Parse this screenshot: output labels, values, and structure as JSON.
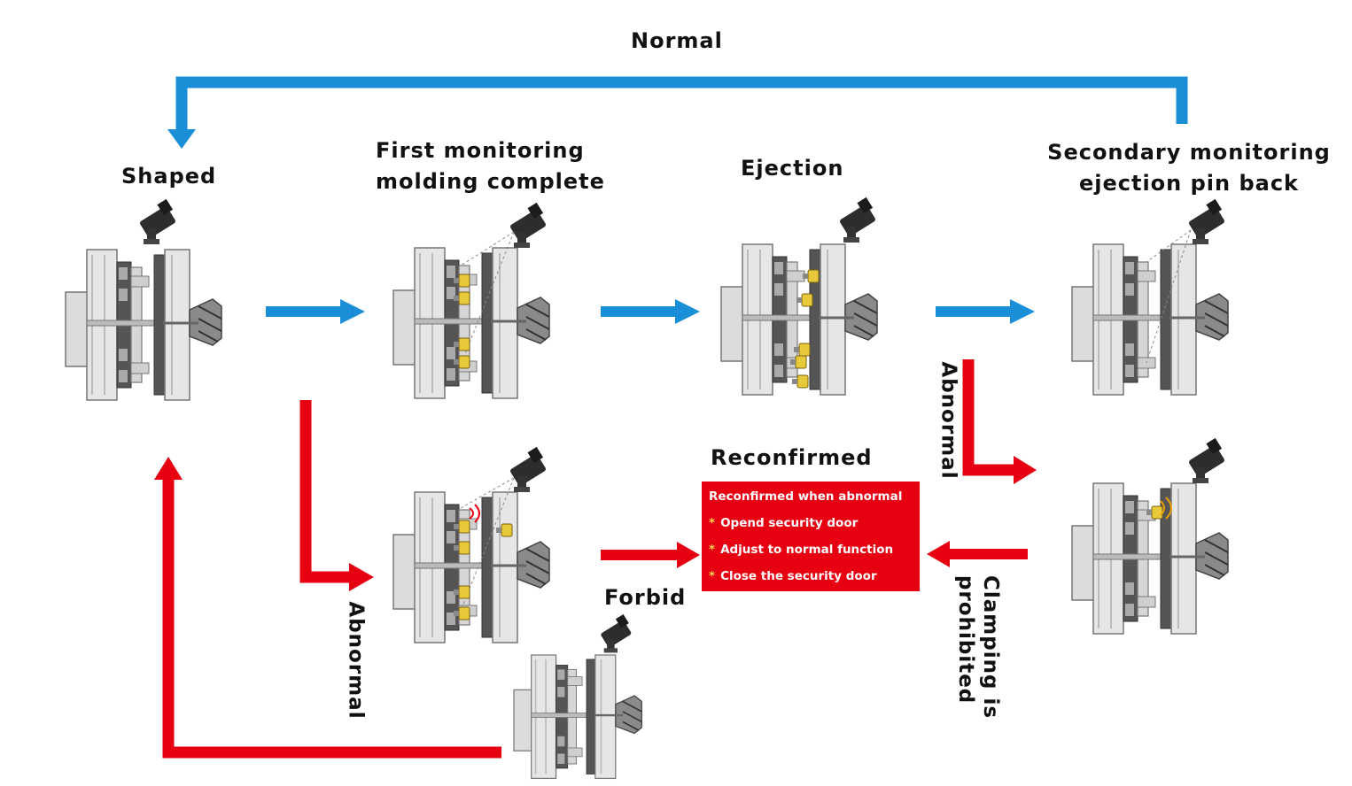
{
  "labels": {
    "normal_top": "Normal",
    "shaped": "Shaped",
    "first_monitoring": [
      "First monitoring",
      "molding complete"
    ],
    "ejection": "Ejection",
    "secondary_monitoring": [
      "Secondary monitoring",
      "ejection pin back"
    ],
    "reconfirmed": "Reconfirmed",
    "forbid": "Forbid",
    "abnormal_left": "Abnormal",
    "abnormal_right": "Abnormal",
    "clamping": [
      "Clamping is",
      "prohibited"
    ]
  },
  "box": {
    "title": "Reconfirmed when abnormal",
    "bullet": "*",
    "items": [
      "Opend security door",
      "Adjust to normal function",
      "Close the security door"
    ]
  },
  "colors": {
    "normal_arrow": "#1a8fd8",
    "abnormal_arrow": "#e60012",
    "box_bg": "#e60012"
  }
}
